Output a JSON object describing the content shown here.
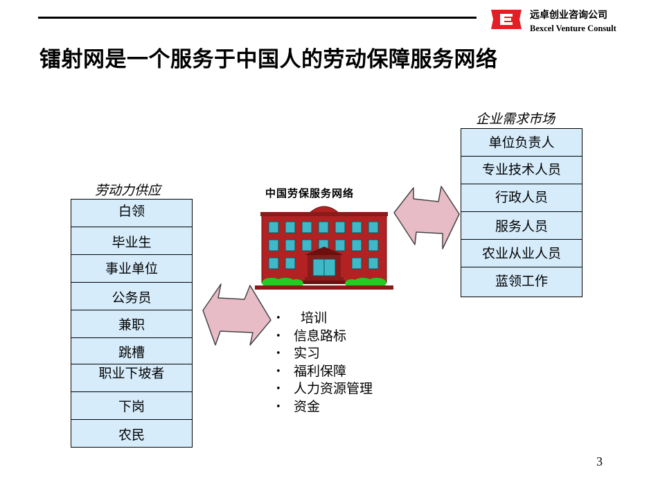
{
  "header": {
    "company_cn": "远卓创业咨询公司",
    "company_en": "Bexcel Venture Consult",
    "logo_icon": "bexcel-logo-icon",
    "brand_color": "#e31e24"
  },
  "title": "镭射网是一个服务于中国人的劳动保障服务网络",
  "labor_supply": {
    "label": "劳动力供应",
    "items": [
      "白领",
      "毕业生",
      "事业单位",
      "公务员",
      "兼职",
      "跳槽",
      "职业下坡者",
      "下岗",
      "农民"
    ]
  },
  "enterprise_demand": {
    "label": "企业需求市场",
    "items": [
      "单位负责人",
      "专业技术人员",
      "行政人员",
      "服务人员",
      "农业从业人员",
      "蓝领工作"
    ]
  },
  "network": {
    "label": "中国劳保服务网络",
    "building_icon": "building-icon",
    "services": [
      "培训",
      "信息路标",
      "实习",
      "福利保障",
      "人力资源管理",
      "资金"
    ]
  },
  "colors": {
    "box_fill": "#d6ecfb",
    "arrow_fill": "#e8bcc6",
    "building_wall": "#b22222",
    "window": "#3fb8c8",
    "bush": "#22cc22"
  },
  "page_number": "3"
}
